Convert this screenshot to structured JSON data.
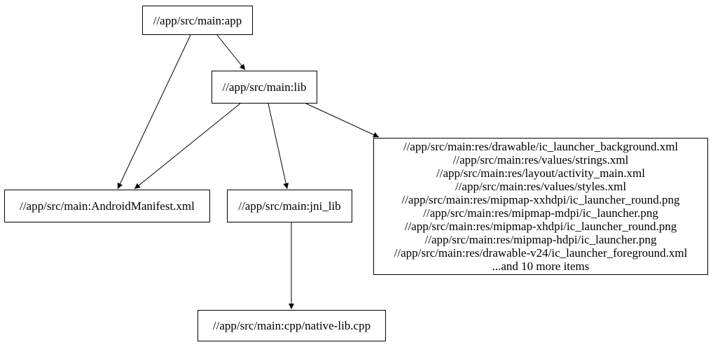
{
  "diagram": {
    "type": "dependency-graph",
    "background_color": "#ffffff",
    "node_border_color": "#000000",
    "node_fill_color": "#ffffff",
    "edge_color": "#000000",
    "text_color": "#000000",
    "nodes": [
      {
        "id": "app",
        "lines": [
          "//app/src/main:app"
        ]
      },
      {
        "id": "lib",
        "lines": [
          "//app/src/main:lib"
        ]
      },
      {
        "id": "manifest",
        "lines": [
          "//app/src/main:AndroidManifest.xml"
        ]
      },
      {
        "id": "jni_lib",
        "lines": [
          "//app/src/main:jni_lib"
        ]
      },
      {
        "id": "res_group",
        "lines": [
          "//app/src/main:res/drawable/ic_launcher_background.xml",
          "//app/src/main:res/values/strings.xml",
          "//app/src/main:res/layout/activity_main.xml",
          "//app/src/main:res/values/styles.xml",
          "//app/src/main:res/mipmap-xxhdpi/ic_launcher_round.png",
          "//app/src/main:res/mipmap-mdpi/ic_launcher.png",
          "//app/src/main:res/mipmap-xhdpi/ic_launcher_round.png",
          "//app/src/main:res/mipmap-hdpi/ic_launcher.png",
          "//app/src/main:res/drawable-v24/ic_launcher_foreground.xml",
          "...and 10 more items"
        ]
      },
      {
        "id": "native_lib_cpp",
        "lines": [
          "//app/src/main:cpp/native-lib.cpp"
        ]
      }
    ],
    "edges": [
      {
        "from": "app",
        "to": "lib"
      },
      {
        "from": "app",
        "to": "manifest"
      },
      {
        "from": "lib",
        "to": "manifest"
      },
      {
        "from": "lib",
        "to": "jni_lib"
      },
      {
        "from": "lib",
        "to": "res_group"
      },
      {
        "from": "jni_lib",
        "to": "native_lib_cpp"
      }
    ]
  }
}
